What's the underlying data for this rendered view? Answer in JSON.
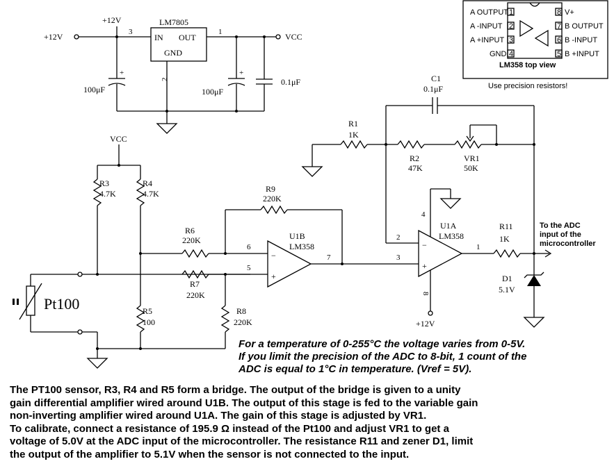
{
  "power": {
    "in_label": "+12V",
    "in_pin_label": "+12V",
    "regulator": "LM7805",
    "reg_in": "IN",
    "reg_out": "OUT",
    "reg_gnd": "GND",
    "pin_in": "3",
    "pin_out": "1",
    "pin_gnd": "2",
    "c_in": "100μF",
    "c_out": "100μF",
    "c_bypass": "0.1μF",
    "vcc": "VCC",
    "plus": "+"
  },
  "lm358_view": {
    "pins_left": [
      "A  OUTPUT",
      "A  -INPUT",
      "A  +INPUT",
      "GND"
    ],
    "pins_left_num": [
      "1",
      "2",
      "3",
      "4"
    ],
    "pins_right": [
      "V+",
      "B  OUTPUT",
      "B  -INPUT",
      "B  +INPUT"
    ],
    "pins_right_num": [
      "8",
      "7",
      "6",
      "5"
    ],
    "caption": "LM358 top view",
    "note": "Use precision resistors!"
  },
  "bridge": {
    "vcc": "VCC",
    "r3": "R3",
    "r3v": "4.7K",
    "r4": "R4",
    "r4v": "4.7K",
    "r5": "R5",
    "r5v": "100",
    "sensor": "Pt100"
  },
  "diff_amp": {
    "r6": "R6",
    "r6v": "220K",
    "r7": "R7",
    "r7v": "220K",
    "r8": "R8",
    "r8v": "220K",
    "r9": "R9",
    "r9v": "220K",
    "u": "U1B",
    "uv": "LM358",
    "pin6": "6",
    "pin5": "5",
    "pin7": "7",
    "minus": "−",
    "plus": "+"
  },
  "gain_amp": {
    "c1": "C1",
    "c1v": "0.1μF",
    "r1": "R1",
    "r1v": "1K",
    "r2": "R2",
    "r2v": "47K",
    "vr1": "VR1",
    "vr1v": "50K",
    "u": "U1A",
    "uv": "LM358",
    "pin2": "2",
    "pin3": "3",
    "pin1": "1",
    "pin4": "4",
    "pin8": "8",
    "supply": "+12V",
    "minus": "−",
    "plus": "+"
  },
  "output": {
    "r11": "R11",
    "r11v": "1K",
    "d1": "D1",
    "d1v": "5.1V",
    "adc": [
      "To the ADC",
      "input of the",
      "microcontroller"
    ]
  },
  "note_lines": [
    "For a temperature of 0-255°C the voltage varies from 0-5V.",
    "If you limit the precision of the ADC to 8-bit, 1 count of the",
    "ADC is equal to 1°C in temperature. (Vref = 5V)."
  ],
  "description_lines": [
    "The PT100 sensor, R3, R4 and R5 form a bridge. The output of the bridge is given to a unity",
    "gain differential amplifier wired around U1B. The output of this stage is fed to the variable gain",
    "non-inverting amplifier wired around U1A. The gain of this stage is adjusted by VR1.",
    "To calibrate, connect a resistance of 195.9 Ω instead of the Pt100 and adjust VR1 to get a",
    "voltage  of 5.0V at the ADC input of the microcontroller. The resistance R11 and zener D1, limit",
    "the output of the amplifier to 5.1V when the sensor is not connected to the input."
  ]
}
